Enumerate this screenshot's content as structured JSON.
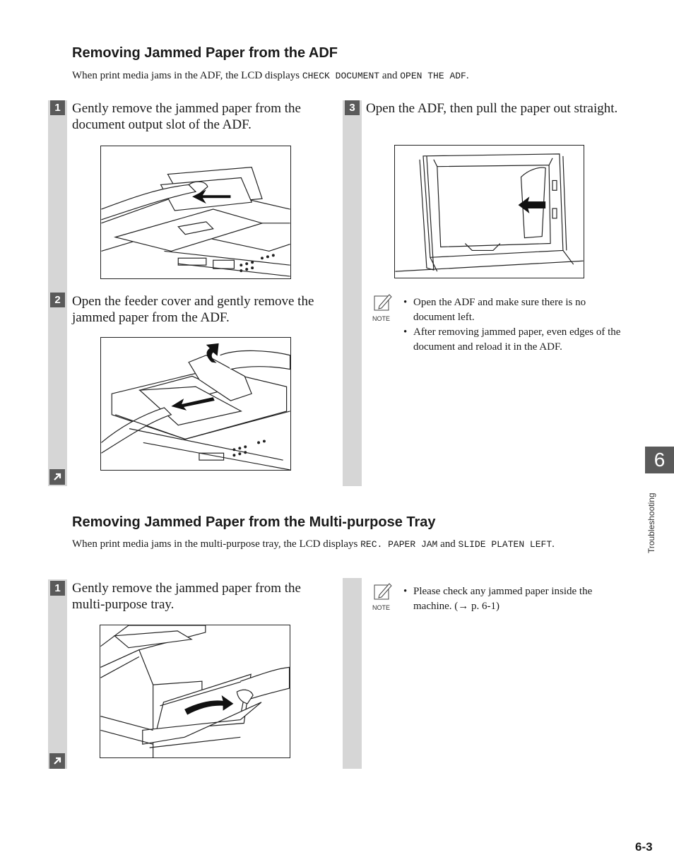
{
  "section1": {
    "heading": "Removing Jammed Paper from the ADF",
    "intro_prefix": "When print media jams in the ADF, the LCD displays ",
    "intro_code1": "CHECK DOCUMENT",
    "intro_mid": " and ",
    "intro_code2": "OPEN THE ADF",
    "intro_suffix": ".",
    "steps": [
      {
        "number": "1",
        "text": "Gently remove the jammed paper from the document output slot of the ADF."
      },
      {
        "number": "2",
        "text": "Open the feeder cover and gently remove the jammed paper from the ADF."
      },
      {
        "number": "3",
        "text": "Open the ADF, then pull the paper out straight."
      }
    ],
    "note": {
      "label": "NOTE",
      "items": [
        "Open the ADF and make sure there is no document left.",
        "After removing jammed paper, even edges of the document and reload it in the ADF."
      ]
    }
  },
  "section2": {
    "heading": "Removing Jammed Paper from the Multi-purpose Tray",
    "intro_prefix": "When print media jams in the multi-purpose tray, the LCD displays ",
    "intro_code1": "REC. PAPER JAM",
    "intro_mid": " and ",
    "intro_code2": "SLIDE PLATEN LEFT",
    "intro_suffix": ".",
    "steps": [
      {
        "number": "1",
        "text": "Gently remove the jammed paper from the multi-purpose tray."
      }
    ],
    "note": {
      "label": "NOTE",
      "items": [
        "Please check any jammed paper inside the machine. (→ p. 6-1)"
      ]
    }
  },
  "sidebar": {
    "chapter_number": "6",
    "chapter_title": "Troubleshooting"
  },
  "footer": {
    "page_number": "6-3"
  },
  "icons": {
    "continue": "continue-arrow-icon",
    "note": "note-pencil-icon"
  },
  "colors": {
    "step_bar": "#d6d6d6",
    "step_number_bg": "#5a5a5a",
    "chapter_tab": "#5a5a5a"
  }
}
